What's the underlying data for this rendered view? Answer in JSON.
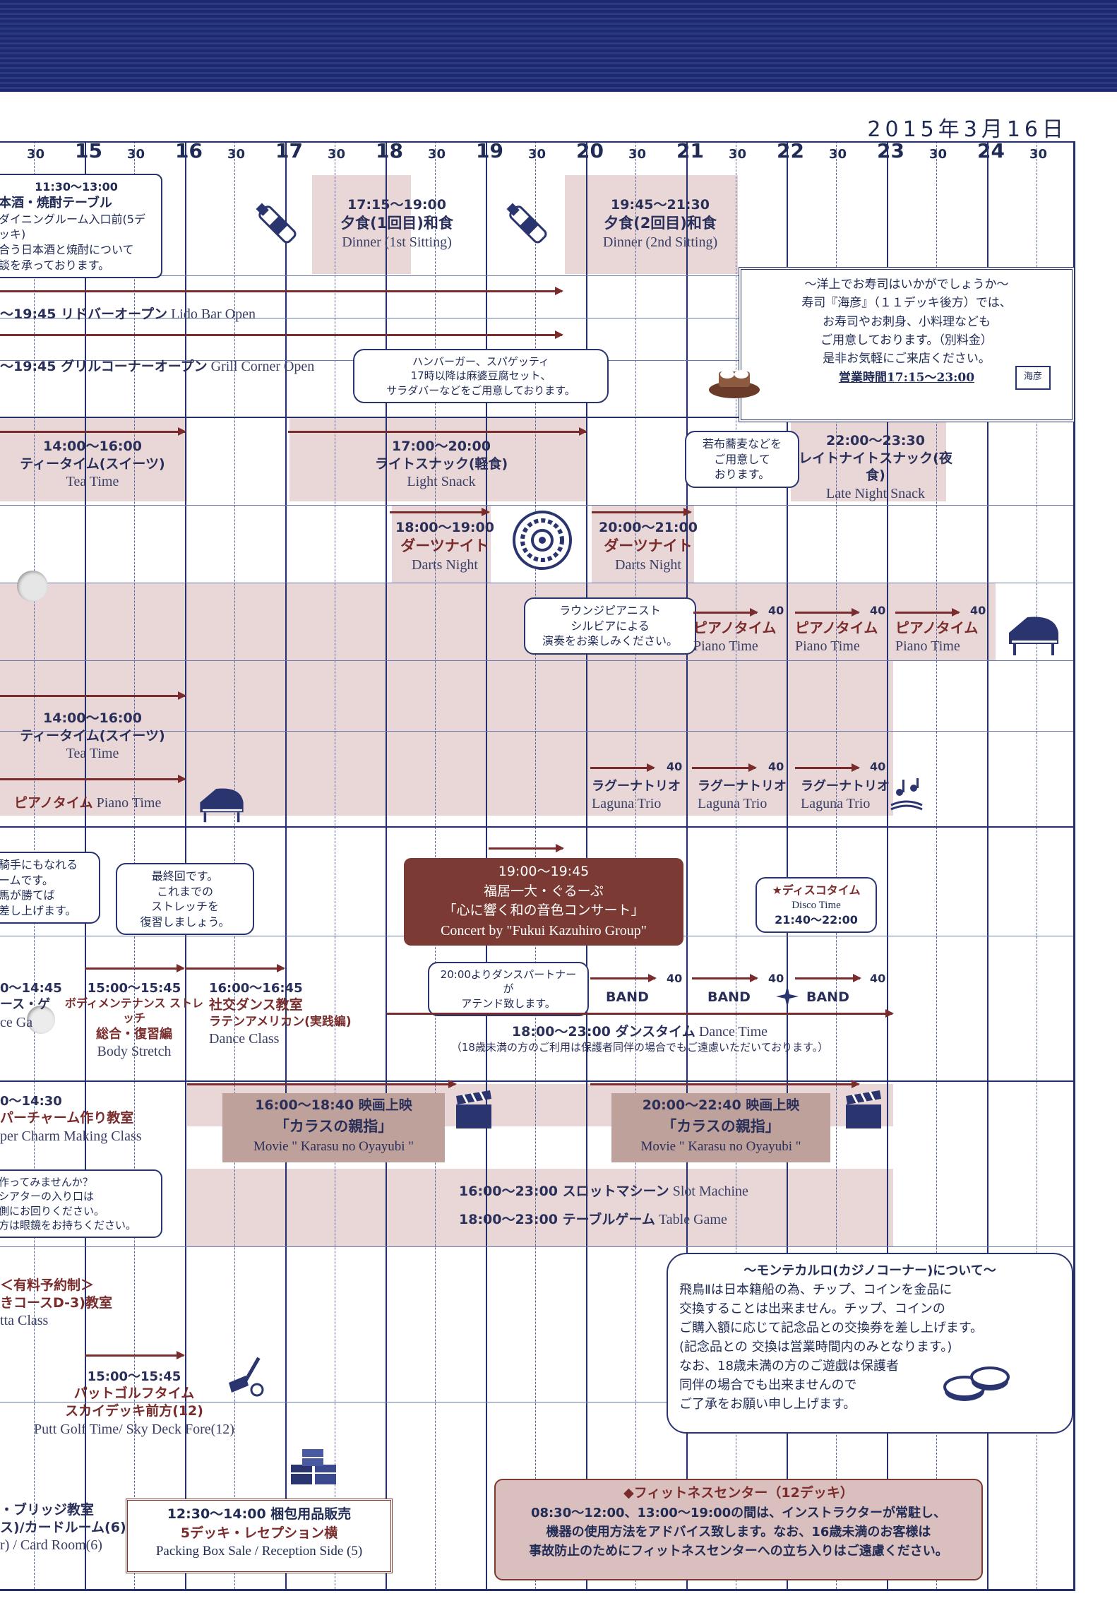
{
  "date": "2015年3月16日",
  "hours": [
    "15",
    "16",
    "17",
    "18",
    "19",
    "20",
    "21",
    "22",
    "23",
    "24"
  ],
  "half_label": "30",
  "sushi": {
    "line1": "〜洋上でお寿司はいかがでしょうか〜",
    "line2": "寿司『海彦』（１１デッキ後方）では、",
    "line3": "お寿司やお刺身、小料理なども",
    "line4": "ご用意しております。（別料金）",
    "line5": "是非お気軽にご来店ください。",
    "hours": "営業時間17:15〜23:00",
    "logo": "海彦"
  },
  "sake": {
    "time": "11:30〜13:00",
    "t1": "本酒・焼酎テーブル",
    "t2": "ダイニングルーム入口前(5デッキ)",
    "t3": "合う日本酒と焼酎について",
    "t4": "談を承っております。"
  },
  "dinner1": {
    "time": "17:15〜19:00",
    "jp": "夕食(1回目)和食",
    "en": "Dinner (1st Sitting)"
  },
  "dinner2": {
    "time": "19:45〜21:30",
    "jp": "夕食(2回目)和食",
    "en": "Dinner (2nd Sitting)"
  },
  "lido": {
    "jp": "〜19:45 リドバーオープン",
    "en": "Lido Bar Open"
  },
  "grill": {
    "jp": "〜19:45 グリルコーナーオープン",
    "en": "Grill Corner Open"
  },
  "grill_bubble": {
    "l1": "ハンバーガー、スパゲッティ",
    "l2": "17時以降は麻婆豆腐セット、",
    "l3": "サラダバーなどをご用意しております。"
  },
  "tea1": {
    "time": "14:00〜16:00",
    "jp": "ティータイム(スイーツ)",
    "en": "Tea Time"
  },
  "light": {
    "time": "17:00〜20:00",
    "jp": "ライトスナック(軽食)",
    "en": "Light Snack"
  },
  "soba_bubble": {
    "l1": "若布蕎麦などを",
    "l2": "ご用意して",
    "l3": "おります。"
  },
  "late": {
    "time": "22:00〜23:30",
    "jp": "レイトナイトスナック(夜食)",
    "en": "Late Night Snack"
  },
  "darts1": {
    "time": "18:00〜19:00",
    "jp": "ダーツナイト",
    "en": "Darts Night"
  },
  "darts2": {
    "time": "20:00〜21:00",
    "jp": "ダーツナイト",
    "en": "Darts Night"
  },
  "pianist_bubble": {
    "l1": "ラウンジピアニスト",
    "l2": "シルビアによる",
    "l3": "演奏をお楽しみください。"
  },
  "piano": {
    "jp": "ピアノタイム",
    "en": "Piano Time",
    "mins": "40"
  },
  "tea2": {
    "time": "14:00〜16:00",
    "jp": "ティータイム(スイーツ)",
    "en": "Tea Time"
  },
  "piano_left": {
    "jp": "ピアノタイム",
    "en": "Piano Time"
  },
  "laguna": {
    "jp": "ラグーナトリオ",
    "en": "Laguna Trio",
    "mins": "40"
  },
  "game_bubble": {
    "l1": "騎手にもなれる",
    "l2": "ームです。",
    "l3": "馬が勝てば",
    "l4": "差し上げます。"
  },
  "stretch_bubble": {
    "l1": "最終回です。",
    "l2": "これまでの",
    "l3": "ストレッチを",
    "l4": "復習しましょう。"
  },
  "concert": {
    "time": "19:00〜19:45",
    "l1": "福居一大・ぐるーぷ",
    "l2": "「心に響く和の音色コンサート」",
    "en": "Concert by \"Fukui Kazuhiro Group\""
  },
  "disco": {
    "jp": "★ディスコタイム",
    "en": "Disco Time",
    "time": "21:40〜22:00"
  },
  "horse": {
    "time": "0〜14:45",
    "l1": "ース・ゲ",
    "l2": "ce Ga"
  },
  "stretch": {
    "time": "15:00〜15:45",
    "l1": "ボディメンテナンス ストレッチ",
    "l2": "総合・復習編",
    "en": "Body Stretch"
  },
  "dance_class": {
    "time": "16:00〜16:45",
    "l1": "社交ダンス教室",
    "l2": "ラテンアメリカン(実践編)",
    "en": "Dance Class"
  },
  "dance_bubble": {
    "l1": "20:00よりダンスパートナーが",
    "l2": "アテンド致します。"
  },
  "band": {
    "label": "BAND",
    "mins": "40"
  },
  "dance_time": {
    "jp": "18:00〜23:00 ダンスタイム",
    "en": "Dance Time",
    "note": "（18歳未満の方のご利用は保護者同伴の場合でもご遠慮いただいております。）"
  },
  "paper": {
    "time": "0〜14:30",
    "jp": "パーチャーム作り教室",
    "en": "per Charm Making Class"
  },
  "movie1": {
    "time": "16:00〜18:40 映画上映",
    "jp": "「カラスの親指」",
    "en": "Movie \" Karasu no Oyayubi \""
  },
  "movie2": {
    "time": "20:00〜22:40 映画上映",
    "jp": "「カラスの親指」",
    "en": "Movie \" Karasu no Oyayubi \""
  },
  "paper_bubble": {
    "l1": "作ってみませんか？",
    "l2": "シアターの入り口は",
    "l3": "側にお回りください。",
    "l4": "方は眼鏡をお持ちください。"
  },
  "slot": {
    "jp": "16:00〜23:00 スロットマシーン",
    "en": "Slot Machine"
  },
  "table": {
    "jp": "18:00〜23:00 テーブルゲーム",
    "en": "Table Game"
  },
  "casino": {
    "title": "〜モンテカルロ(カジノコーナー)について〜",
    "l1": "飛鳥Ⅱは日本籍船の為、チップ、コインを金品に",
    "l2": "交換することは出来ません。チップ、コインの",
    "l3": "ご購入額に応じて記念品との交換券を差し上げます。",
    "l4": "(記念品との 交換は営業時間内のみとなります。)",
    "l5": "なお、18歳未満の方のご遊戯は保護者",
    "l6": "同伴の場合でも出来ませんので",
    "l7": "ご了承をお願い申し上げます。"
  },
  "paid": {
    "l1": "＜有料予約制＞",
    "l2": "きコースD-3)教室",
    "l3": "tta Class"
  },
  "putt": {
    "time": "15:00〜15:45",
    "l1": "パットゴルフタイム",
    "l2": "スカイデッキ前方(12)",
    "en": "Putt Golf Time/ Sky Deck Fore(12)"
  },
  "bridge": {
    "l1": "・ブリッジ教室",
    "l2": "ス)/カードルーム(6)",
    "l3": "r) / Card Room(6)"
  },
  "packing": {
    "time": "12:30〜14:00 梱包用品販売",
    "l1": "5デッキ・レセプション横",
    "en": "Packing Box Sale / Reception Side (5)"
  },
  "fitness": {
    "title": "◆フィットネスセンター（12デッキ）",
    "l1": "08:30〜12:00、13:00〜19:00の間は、インストラクターが常駐し、",
    "l2": "機器の使用方法をアドバイス致します。なお、16歳未満のお客様は",
    "l3": "事故防止のためにフィットネスセンターへの立ち入りはご遠慮ください。"
  }
}
